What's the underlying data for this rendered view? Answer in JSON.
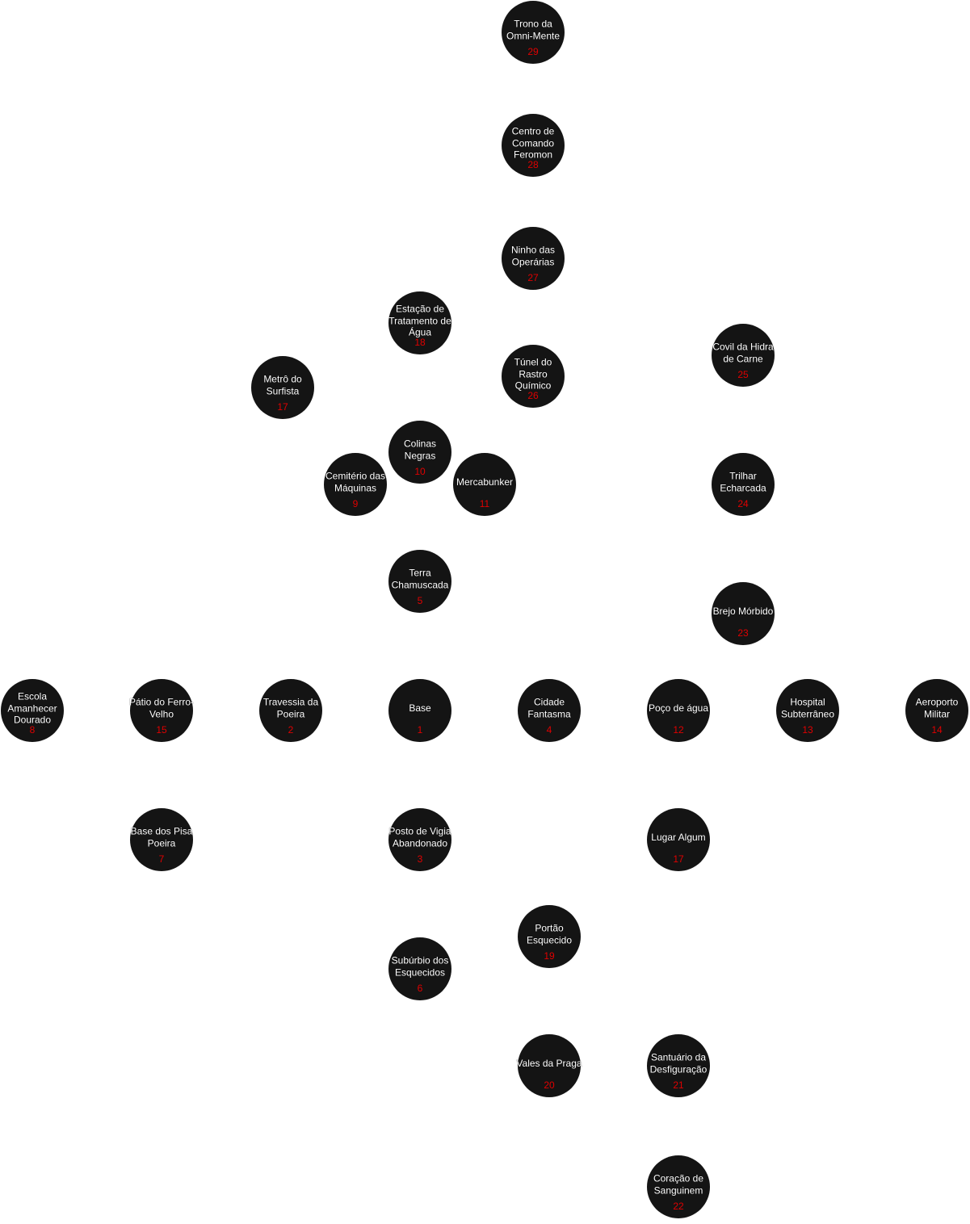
{
  "colors": {
    "background": "#ffffff",
    "node_fill": "#141414",
    "label_text": "#ffffff",
    "number_text": "#e00000"
  },
  "nodes": [
    {
      "id": "trono",
      "name": "Trono da Omni-Mente",
      "number": "29"
    },
    {
      "id": "centro",
      "name": "Centro de Comando Feromon",
      "number": "28"
    },
    {
      "id": "ninho",
      "name": "Ninho das Operárias",
      "number": "27"
    },
    {
      "id": "estacao",
      "name": "Estação de Tratamento de Água",
      "number": "18"
    },
    {
      "id": "tunel",
      "name": "Túnel do Rastro Químico",
      "number": "26"
    },
    {
      "id": "covil",
      "name": "Covil da Hidra de Carne",
      "number": "25"
    },
    {
      "id": "metro",
      "name": "Metrô do Surfista",
      "number": "17"
    },
    {
      "id": "colinas",
      "name": "Colinas Negras",
      "number": "10"
    },
    {
      "id": "cemiterio",
      "name": "Cemitério das Máquinas",
      "number": "9"
    },
    {
      "id": "mercabunker",
      "name": "Mercabunker",
      "number": "11"
    },
    {
      "id": "trilhar",
      "name": "Trilhar Echarcada",
      "number": "24"
    },
    {
      "id": "terra",
      "name": "Terra Chamuscada",
      "number": "5"
    },
    {
      "id": "brejo",
      "name": "Brejo Mórbido",
      "number": "23"
    },
    {
      "id": "escola",
      "name": "Escola Amanhecer Dourado",
      "number": "8"
    },
    {
      "id": "patio",
      "name": "Pátio do Ferro-Velho",
      "number": "15"
    },
    {
      "id": "travessia",
      "name": "Travessia da Poeira",
      "number": "2"
    },
    {
      "id": "base",
      "name": "Base",
      "number": "1"
    },
    {
      "id": "cidade",
      "name": "Cidade Fantasma",
      "number": "4"
    },
    {
      "id": "poco",
      "name": "Poço de água",
      "number": "12"
    },
    {
      "id": "hospital",
      "name": "Hospital Subterrâneo",
      "number": "13"
    },
    {
      "id": "aeroporto",
      "name": "Aeroporto Militar",
      "number": "14"
    },
    {
      "id": "basepisa",
      "name": "Base dos Pisa Poeira",
      "number": "7"
    },
    {
      "id": "posto",
      "name": "Posto de Vigia Abandonado",
      "number": "3"
    },
    {
      "id": "lugar",
      "name": "Lugar Algum",
      "number": "17"
    },
    {
      "id": "portao",
      "name": "Portão Esquecido",
      "number": "19"
    },
    {
      "id": "suburbio",
      "name": "Subúrbio dos Esquecidos",
      "number": "6"
    },
    {
      "id": "vales",
      "name": "Vales da Praga",
      "number": "20"
    },
    {
      "id": "santuario",
      "name": "Santuário da Desfiguração",
      "number": "21"
    },
    {
      "id": "coracao",
      "name": "Coração de Sanguinem",
      "number": "22"
    }
  ]
}
